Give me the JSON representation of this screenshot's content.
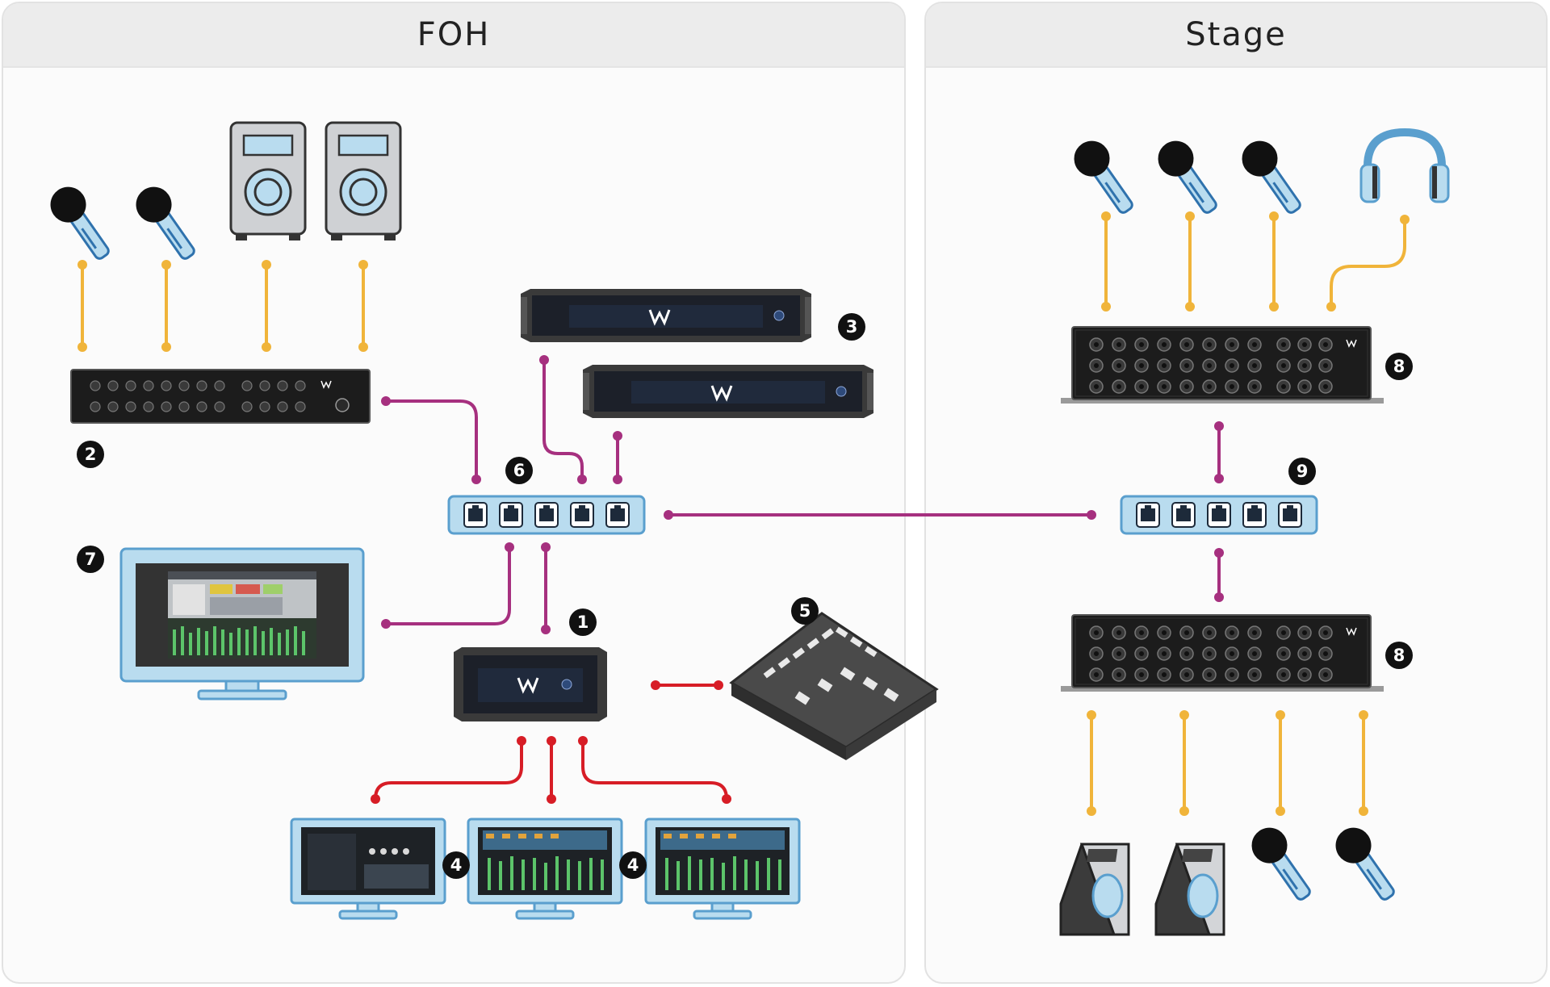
{
  "sections": {
    "foh": "FOH",
    "stage": "Stage"
  },
  "badges": {
    "b1": "1",
    "b2": "2",
    "b3": "3",
    "b4a": "4",
    "b4b": "4",
    "b5": "5",
    "b6": "6",
    "b7": "7",
    "b8a": "8",
    "b8b": "8",
    "b9": "9"
  },
  "colors": {
    "analog_cable": "#f0b43a",
    "network_cable": "#a6307f",
    "control_cable": "#d71d26",
    "device_fill": "#b9dcef",
    "device_stroke": "#5a9fce"
  },
  "icons": [
    "microphone-icon",
    "speaker-icon",
    "headphones-icon",
    "wedge-monitor-icon",
    "network-switch-icon",
    "rack-unit-icon",
    "touchscreen-icon",
    "fader-controller-icon"
  ]
}
